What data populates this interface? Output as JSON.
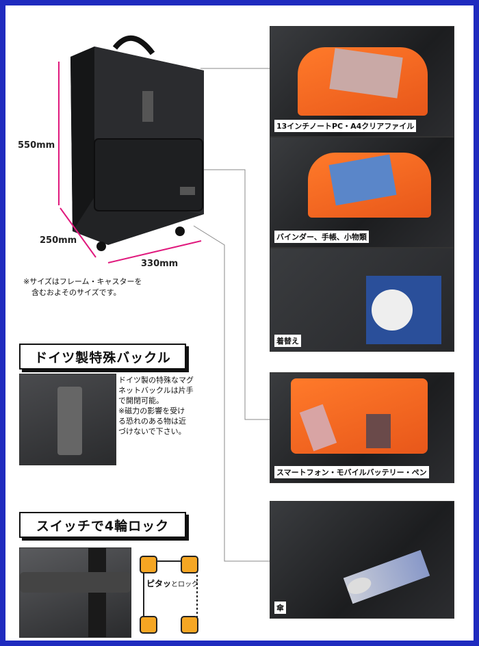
{
  "dimensions": {
    "height": "550mm",
    "depth": "250mm",
    "width": "330mm"
  },
  "size_note_line1": "※サイズはフレーム・キャスターを",
  "size_note_line2": "含むおよそのサイズです。",
  "buckle": {
    "heading": "ドイツ製特殊バックル",
    "desc_lines": [
      "ドイツ製の特殊なマグ",
      "ネットバックルは片手",
      "で開閉可能。",
      "※磁力の影響を受け",
      "る恐れのある物は近",
      "づけないで下さい。"
    ]
  },
  "lock": {
    "heading": "スイッチで4輪ロック",
    "pita": "ピタッ",
    "to_lock": "とロック"
  },
  "captions": {
    "laptop": "13インチノートPC・A4クリアファイル",
    "binder": "バインダー、手帳、小物類",
    "clothes": "着替え",
    "phone": "スマートフォン・モバイルバッテリー・ペン",
    "umbrella": "傘"
  },
  "colors": {
    "border": "#1f2bbf",
    "dimension_line": "#e0197d",
    "orange": "#ff7a2a",
    "wheel": "#f5a623"
  }
}
